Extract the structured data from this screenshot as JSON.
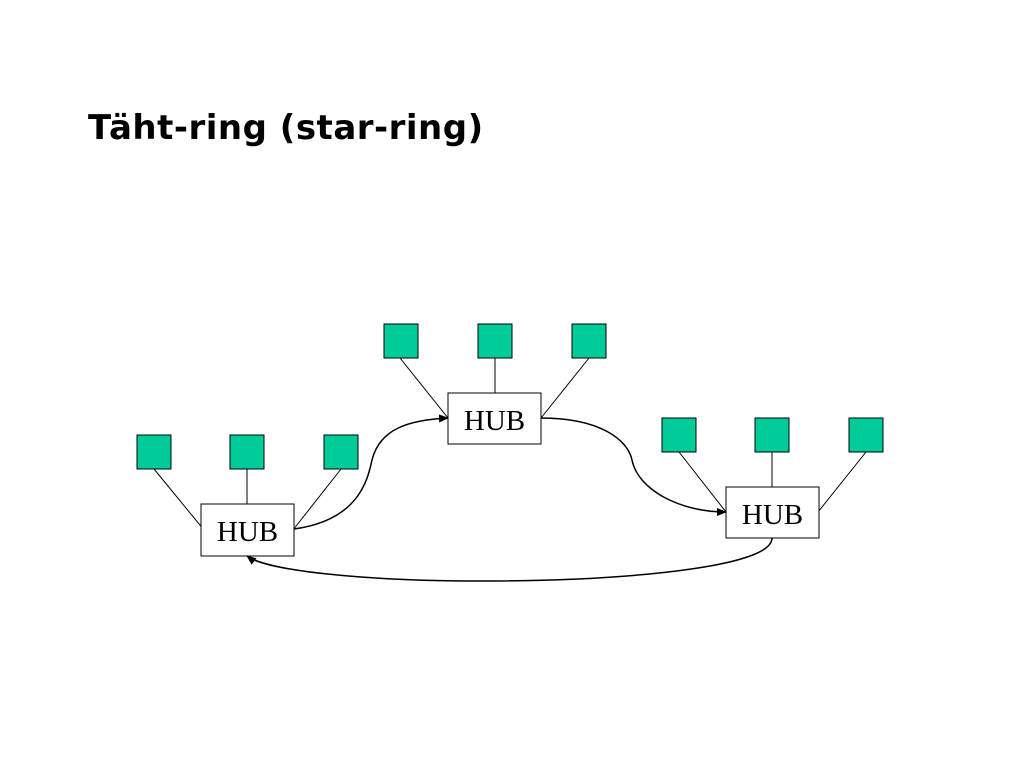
{
  "title": "Täht-ring (star-ring)",
  "colors": {
    "node_fill": "#00cc99",
    "line": "#000000",
    "hub_fill": "#ffffff"
  },
  "hubs": [
    {
      "id": "hub-left",
      "label": "HUB"
    },
    {
      "id": "hub-center",
      "label": "HUB"
    },
    {
      "id": "hub-right",
      "label": "HUB"
    }
  ]
}
